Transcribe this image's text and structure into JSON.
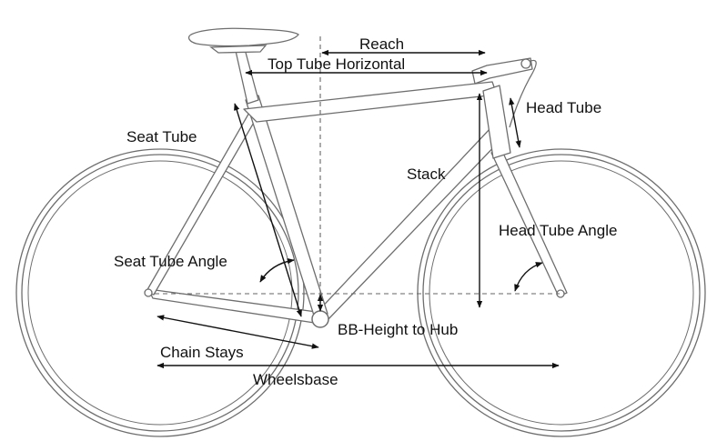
{
  "labels": {
    "reach": "Reach",
    "top_tube_horizontal": "Top Tube Horizontal",
    "head_tube": "Head Tube",
    "seat_tube": "Seat Tube",
    "stack": "Stack",
    "head_tube_angle": "Head Tube Angle",
    "seat_tube_angle": "Seat Tube Angle",
    "bb_height_to_hub": "BB-Height to Hub",
    "chain_stays": "Chain Stays",
    "wheelsbase": "Wheelsbase"
  },
  "colors": {
    "frame_outline": "#6e6e6e",
    "frame_fill": "#ffffff",
    "measure_lines": "#111111",
    "reference_lines": "#666666"
  }
}
